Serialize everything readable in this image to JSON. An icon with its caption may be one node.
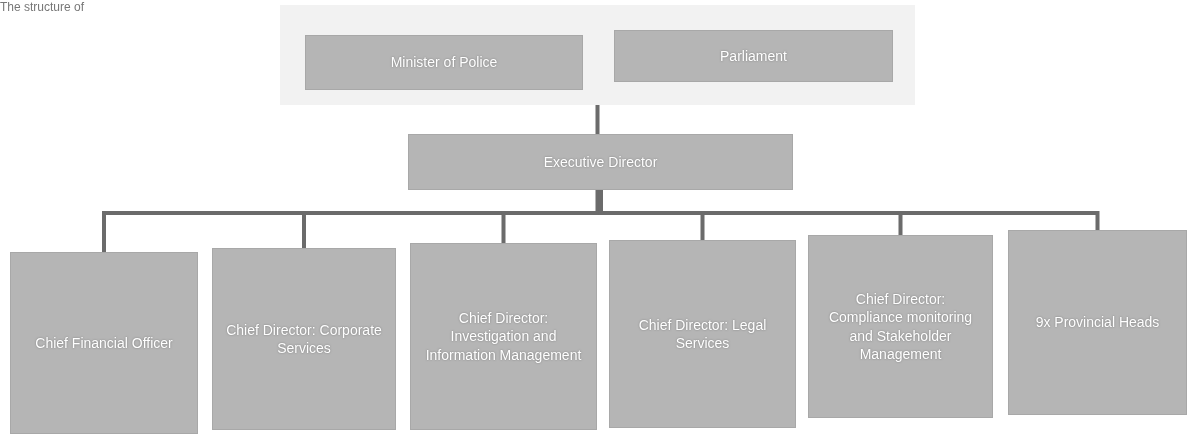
{
  "diagram": {
    "nodes": [
      {
        "text": [],
        "shape": "box"
      },
      {
        "text": [
          "Minister of Police"
        ],
        "in": 0
      },
      {
        "text": [
          "Parliament"
        ],
        "in": 0
      },
      {
        "text": [
          "Executive Director"
        ]
      },
      {
        "text": [
          "Chief Financial Officer"
        ]
      },
      {
        "text": [
          "Chief Director: Corporate Services"
        ]
      },
      {
        "text": [
          "Chief Director: Investigation and Information Management"
        ]
      },
      {
        "text": [
          "Chief Director: Legal Services"
        ]
      },
      {
        "text": [
          "Chief Director: Compliance monitoring and Stakeholder Management"
        ]
      },
      {
        "text": [
          "9x Provincial Heads"
        ]
      }
    ],
    "edges": [
      {
        "from": 0,
        "to": 3,
        "arrow": "none"
      },
      {
        "from": 3,
        "to": 4,
        "arrow": "none"
      },
      {
        "from": 3,
        "to": 5,
        "arrow": "none"
      },
      {
        "from": 3,
        "to": 6,
        "arrow": "none"
      },
      {
        "from": 3,
        "to": 7,
        "arrow": "none"
      },
      {
        "from": 3,
        "to": 8,
        "arrow": "none"
      },
      {
        "from": 3,
        "to": 9,
        "arrow": "none"
      }
    ],
    "labels": [
      "The structure of"
    ]
  }
}
